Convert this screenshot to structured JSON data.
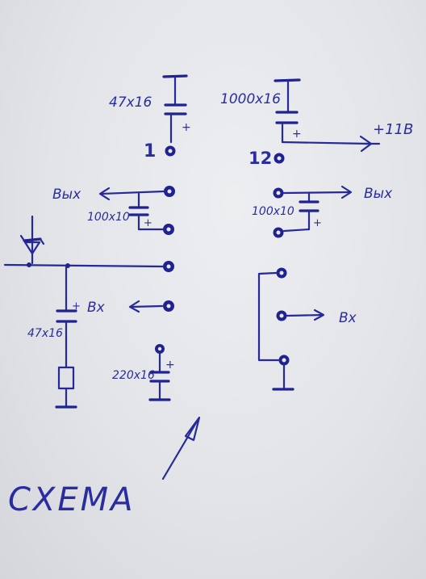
{
  "labels": {
    "cap_left_top": "47x16",
    "cap_right_top": "1000x16",
    "supply": "+11B",
    "pin1": "1",
    "pin12": "12",
    "out_left": "Bых",
    "out_right": "Bых",
    "cap_out_left": "100x10",
    "cap_out_right": "100x10",
    "in_left": "Bx",
    "in_right": "Bx",
    "cap_left_bottom": "47x16",
    "cap_bottom_mid": "220x16",
    "plus": "+",
    "title": "СХЕМА"
  },
  "colors": {
    "ink": "#26299a",
    "paper": "#e4e6ea"
  }
}
